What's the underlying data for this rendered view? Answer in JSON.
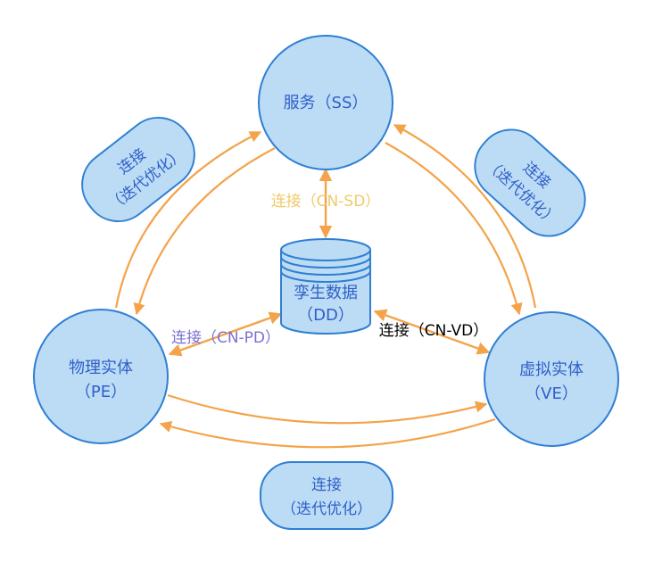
{
  "colors": {
    "node_fill": "#bcdcf5",
    "node_stroke": "#2f7fd2",
    "node_text": "#2f5fc9",
    "arrow": "#f4a34a",
    "label_sd": "#f0c96a",
    "label_pd": "#7a72d0",
    "label_vd": "#000000"
  },
  "nodes": {
    "ss": {
      "line1": "服务（SS）"
    },
    "pe": {
      "line1": "物理实体",
      "line2": "（PE）"
    },
    "ve": {
      "line1": "虚拟实体",
      "line2": "（VE）"
    },
    "dd": {
      "line1": "孪生数据",
      "line2": "（DD）"
    }
  },
  "iterations": {
    "left": {
      "line1": "连接",
      "line2": "（迭代优化）"
    },
    "right": {
      "line1": "连接",
      "line2": "（迭代优化）"
    },
    "bottom": {
      "line1": "连接",
      "line2": "（迭代优化）"
    }
  },
  "connections": {
    "sd": "连接（CN-SD）",
    "pd": "连接（CN-PD）",
    "vd": "连接（CN-VD）"
  }
}
